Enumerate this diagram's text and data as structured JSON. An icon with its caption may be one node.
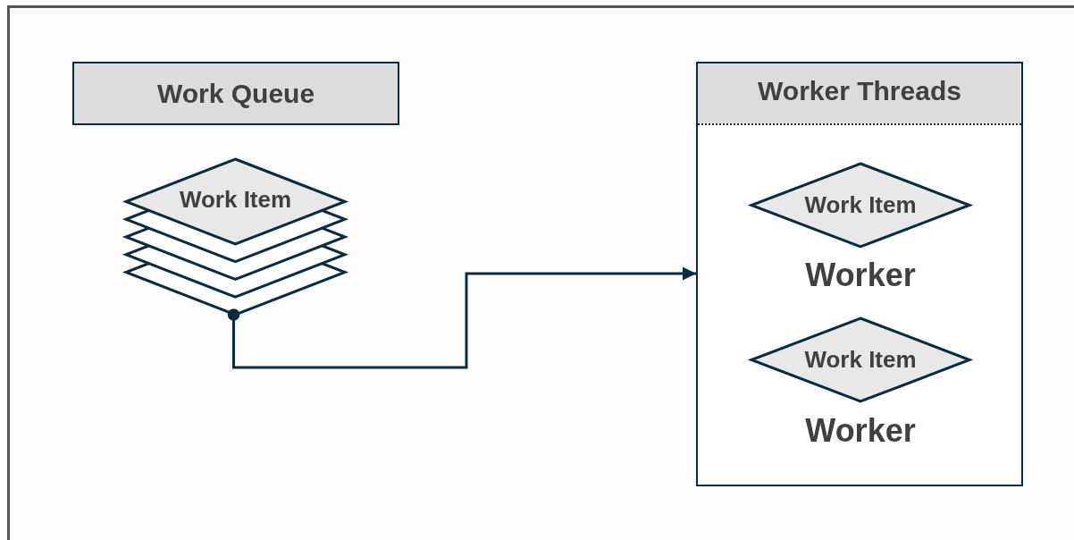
{
  "diagram": {
    "nodes": [
      {
        "text": [
          "Work Queue"
        ]
      },
      {
        "text": [
          "Work Item"
        ]
      },
      {
        "text": [
          "Worker Threads"
        ]
      },
      {
        "text": [
          "Work Item"
        ],
        "in": 2,
        "beside": [
          "Worker"
        ]
      },
      {
        "text": [
          "Work Item"
        ],
        "in": 2,
        "beside": [
          "Worker"
        ]
      }
    ],
    "edges": [
      {
        "from": 1,
        "to": 2,
        "arrow": "to"
      }
    ]
  }
}
